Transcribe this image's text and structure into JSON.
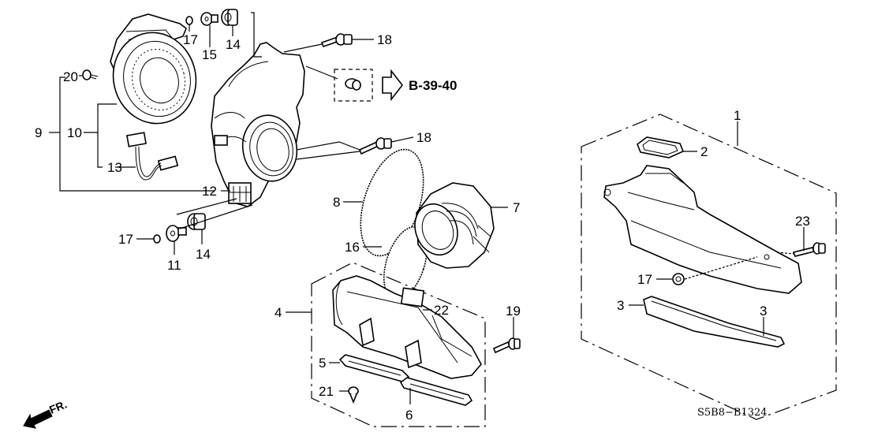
{
  "diagram": {
    "title": "Heater blower / duct assembly parts diagram",
    "diagram_code": "S5B8−B1324",
    "reference": {
      "label": "B-39-40",
      "arrow_icon": "hollow-right-arrow"
    },
    "direction_indicator": {
      "label": "FR.",
      "icon": "front-arrow"
    },
    "callouts": {
      "c1": "1",
      "c2": "2",
      "c3a": "3",
      "c3b": "3",
      "c4": "4",
      "c5": "5",
      "c6": "6",
      "c7": "7",
      "c8": "8",
      "c9": "9",
      "c10": "10",
      "c11": "11",
      "c12": "12",
      "c13": "13",
      "c14a": "14",
      "c14b": "14",
      "c15": "15",
      "c16": "16",
      "c17a": "17",
      "c17b": "17",
      "c17c": "17",
      "c18a": "18",
      "c18b": "18",
      "c19": "19",
      "c20": "20",
      "c21": "21",
      "c22": "22",
      "c23": "23"
    },
    "parts": [
      {
        "name": "blower-motor-fan",
        "callout": "10"
      },
      {
        "name": "blower-housing",
        "callout": "12"
      },
      {
        "name": "wire-harness",
        "callout": "13"
      },
      {
        "name": "duct-joint",
        "callout": "7"
      },
      {
        "name": "seal-ring-large",
        "callout": "8"
      },
      {
        "name": "seal-ring-small",
        "callout": "16"
      },
      {
        "name": "lower-duct",
        "callout": "4"
      },
      {
        "name": "upper-duct",
        "callout": "1"
      }
    ]
  }
}
